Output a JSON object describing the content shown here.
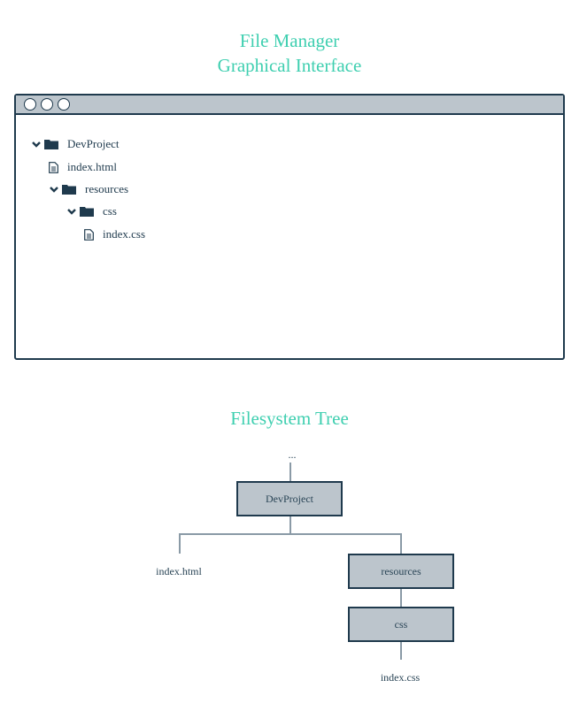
{
  "titles": {
    "top_line1": "File Manager",
    "top_line2": "Graphical Interface",
    "tree_title": "Filesystem Tree"
  },
  "colors": {
    "accent": "#3fcfb0",
    "dark": "#1f3a4d",
    "node_fill": "#bcc5cc",
    "connector": "#8a9aa6"
  },
  "window": {
    "window_buttons": [
      "circle",
      "circle",
      "circle"
    ],
    "items": [
      {
        "label": "DevProject",
        "type": "folder",
        "expanded": true,
        "depth": 0,
        "icon": "folder-icon"
      },
      {
        "label": "index.html",
        "type": "file",
        "depth": 1,
        "icon": "file-icon"
      },
      {
        "label": "resources",
        "type": "folder",
        "expanded": true,
        "depth": 1,
        "icon": "folder-icon"
      },
      {
        "label": "css",
        "type": "folder",
        "expanded": true,
        "depth": 2,
        "icon": "folder-icon"
      },
      {
        "label": "index.css",
        "type": "file",
        "depth": 3,
        "icon": "file-icon"
      }
    ]
  },
  "diagram": {
    "ellipsis": "...",
    "root": "DevProject",
    "child_file": "index.html",
    "child_folder": "resources",
    "grandchild_folder": "css",
    "leaf_file": "index.css"
  }
}
